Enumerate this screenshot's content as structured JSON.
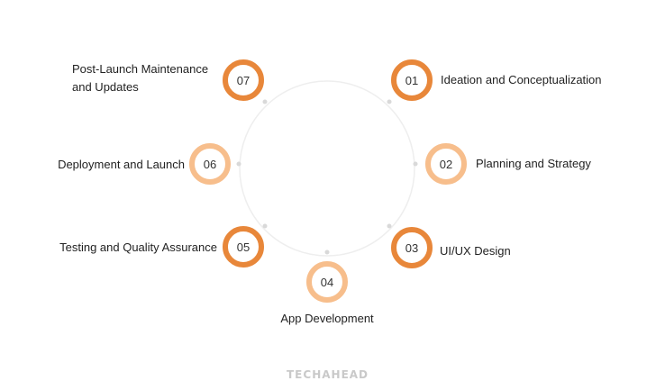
{
  "colors": {
    "accent_dark": "#e8873a",
    "accent_light": "#f7be8c",
    "ring": "#eeeeee",
    "connector_dot": "#d9d9d9"
  },
  "steps": [
    {
      "number": "01",
      "label": "Ideation and Conceptualization",
      "shade": "dark"
    },
    {
      "number": "02",
      "label": "Planning and Strategy",
      "shade": "light"
    },
    {
      "number": "03",
      "label": "UI/UX Design",
      "shade": "dark"
    },
    {
      "number": "04",
      "label": "App Development",
      "shade": "light"
    },
    {
      "number": "05",
      "label": "Testing and Quality Assurance",
      "shade": "dark"
    },
    {
      "number": "06",
      "label": "Deployment and Launch",
      "shade": "light"
    },
    {
      "number": "07",
      "label_line1": "Post-Launch Maintenance",
      "label_line2": "and Updates",
      "shade": "dark"
    }
  ],
  "brand": {
    "text": "TECHAHEAD"
  }
}
